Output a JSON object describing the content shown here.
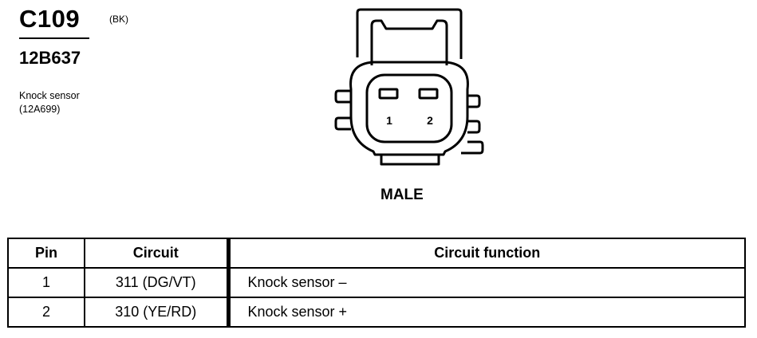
{
  "connector": {
    "id": "C109",
    "color": "(BK)",
    "part_number": "12B637",
    "component_lines": [
      "Knock sensor",
      "(12A699)"
    ],
    "view": "MALE",
    "pin_labels": [
      "1",
      "2"
    ]
  },
  "table": {
    "headers": [
      "Pin",
      "Circuit",
      "Circuit function"
    ],
    "rows": [
      [
        "1",
        "311 (DG/VT)",
        "Knock sensor –"
      ],
      [
        "2",
        "310 (YE/RD)",
        "Knock sensor +"
      ]
    ]
  }
}
